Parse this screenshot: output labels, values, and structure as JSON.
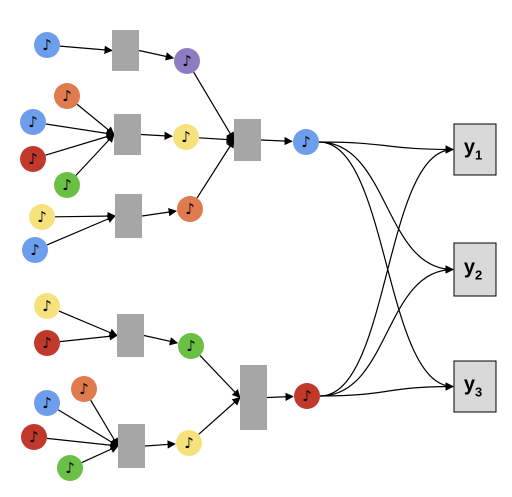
{
  "colors": {
    "blue": "#6d9eeb",
    "red": "#c0392b",
    "orange": "#e07a4f",
    "yellow": "#f6e27a",
    "green": "#6abf45",
    "purple": "#8e7cc3",
    "box": "#a6a6a6",
    "output_box": "#d9d9d9",
    "edge": "#000000"
  },
  "note_glyph": "♪",
  "outputs": [
    {
      "base": "y",
      "sub": "1"
    },
    {
      "base": "y",
      "sub": "2"
    },
    {
      "base": "y",
      "sub": "3"
    }
  ],
  "nodes": [
    {
      "id": "n1",
      "color": "blue"
    },
    {
      "id": "n2",
      "color": "orange"
    },
    {
      "id": "n3",
      "color": "blue"
    },
    {
      "id": "n4",
      "color": "red"
    },
    {
      "id": "n5",
      "color": "green"
    },
    {
      "id": "n6",
      "color": "yellow"
    },
    {
      "id": "n7",
      "color": "blue"
    },
    {
      "id": "m1",
      "color": "purple"
    },
    {
      "id": "m2",
      "color": "yellow"
    },
    {
      "id": "m3",
      "color": "orange"
    },
    {
      "id": "top-out",
      "color": "blue"
    },
    {
      "id": "b1",
      "color": "yellow"
    },
    {
      "id": "b2",
      "color": "red"
    },
    {
      "id": "b3",
      "color": "orange"
    },
    {
      "id": "b4",
      "color": "blue"
    },
    {
      "id": "b5",
      "color": "red"
    },
    {
      "id": "b6",
      "color": "green"
    },
    {
      "id": "bm1",
      "color": "green"
    },
    {
      "id": "bm2",
      "color": "yellow"
    },
    {
      "id": "bottom-out",
      "color": "red"
    }
  ]
}
